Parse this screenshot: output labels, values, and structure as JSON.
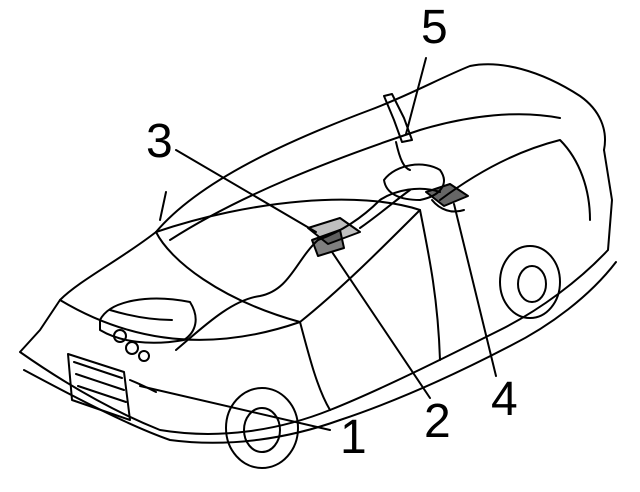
{
  "callouts": [
    {
      "label": "1"
    },
    {
      "label": "2"
    },
    {
      "label": "3"
    },
    {
      "label": "4"
    },
    {
      "label": "5"
    }
  ],
  "colors": {
    "ink": "#000000",
    "paper": "#ffffff"
  }
}
